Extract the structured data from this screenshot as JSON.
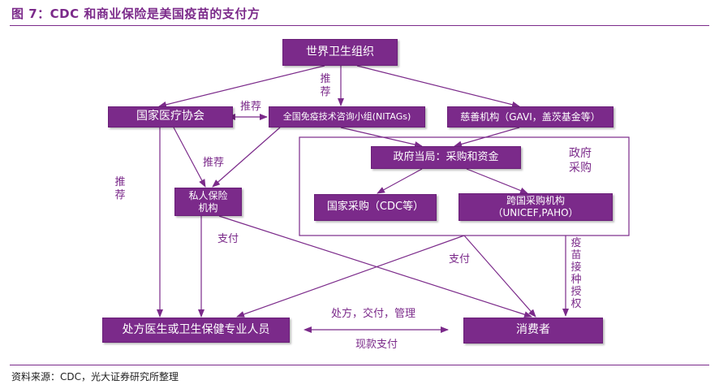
{
  "title": "图 7：CDC 和商业保险是美国疫苗的支付方",
  "source": "资料来源：CDC，光大证券研究所整理",
  "colors": {
    "primary": "#7b2a8a",
    "text_on_box": "#ffffff"
  },
  "nodes": {
    "who": "世界卫生组织",
    "national_medical_assoc": "国家医疗协会",
    "nitags": "全国免疫技术咨询小组(NITAGs)",
    "charity": "慈善机构（GAVI，盖茨基金等）",
    "gov_authority": "政府当局：采购和资金",
    "private_insurance": "私人保险\n机构",
    "national_procurement": "国家采购（CDC等）",
    "intl_procurement": "跨国采购机构\n（UNICEF,PAHO）",
    "health_professionals": "处方医生或卫生保健专业人员",
    "consumers": "消费者"
  },
  "labels": {
    "recommend_who": "推荐",
    "recommend_assoc_nitags": "推荐",
    "recommend_left": "推荐",
    "recommend_to_insurance": "推荐",
    "gov_procurement_group": "政府\n采购",
    "pay_insurance": "支付",
    "pay_gov": "支付",
    "vaccination_auth": "疫苗接种授权",
    "prescribe_deliver_manage": "处方，交付，管理",
    "cash_payment": "现款支付"
  }
}
